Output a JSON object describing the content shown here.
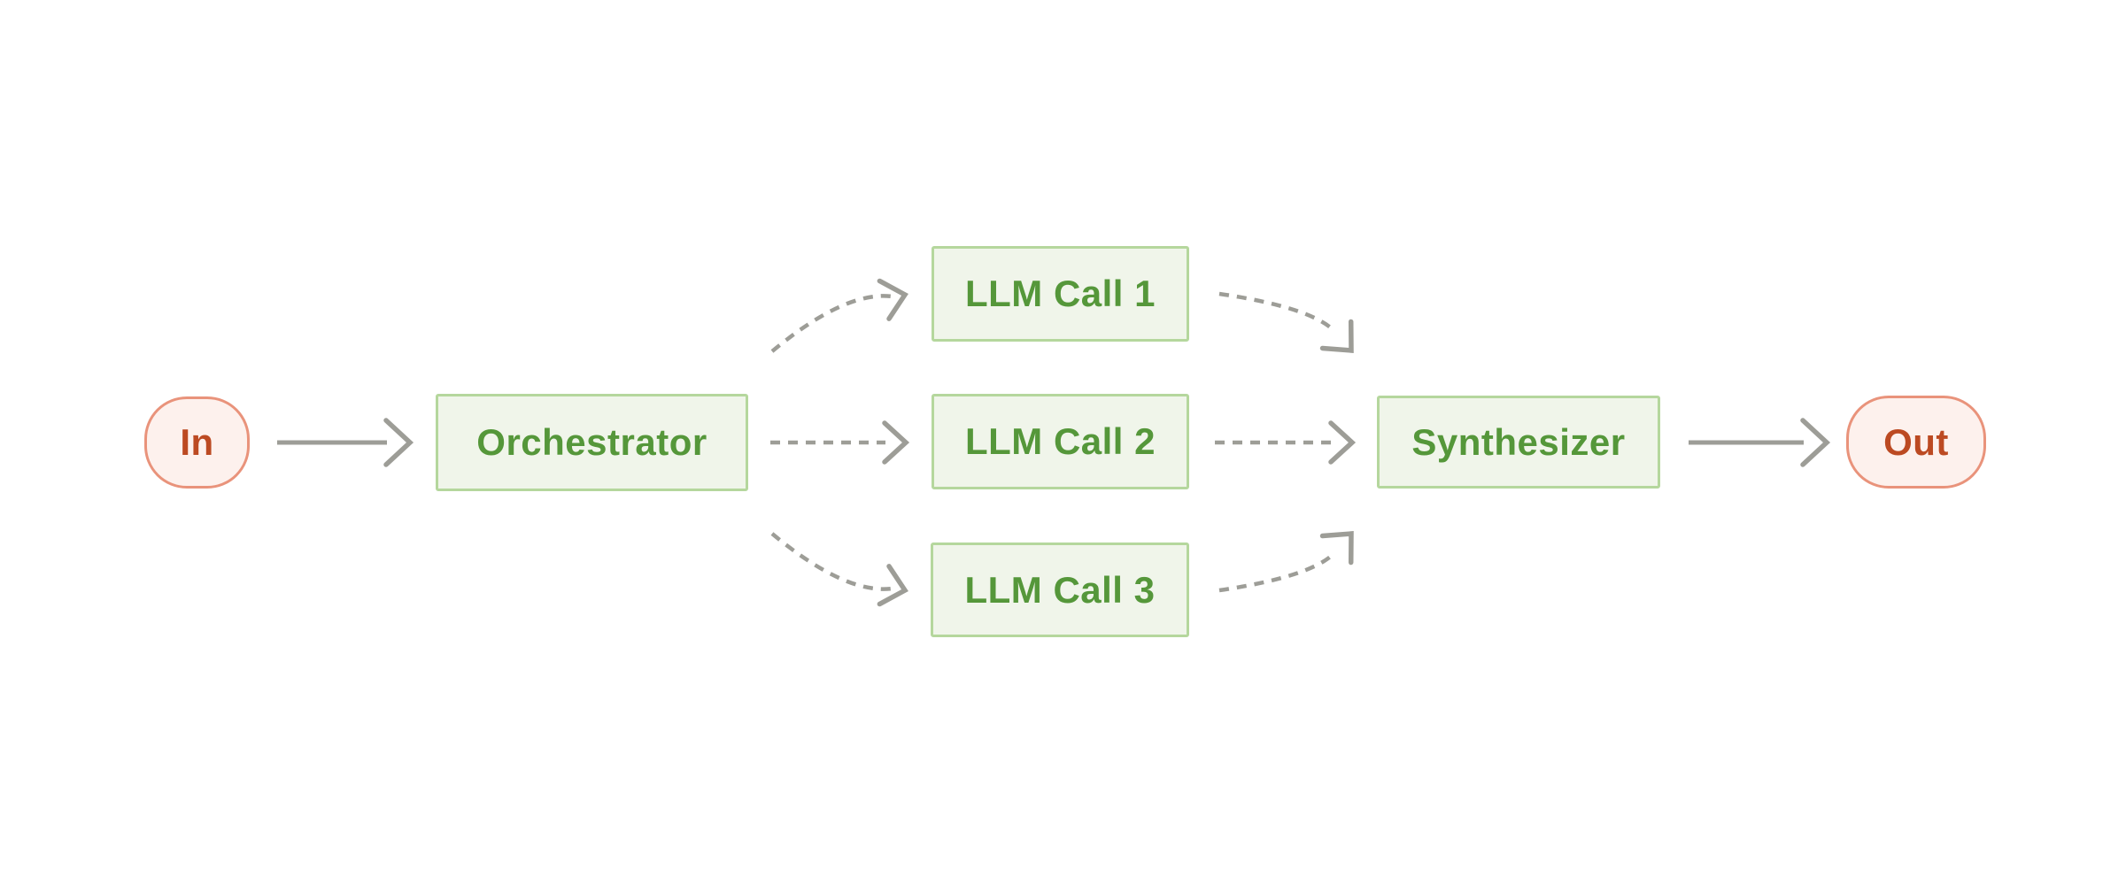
{
  "nodes": {
    "in": {
      "label": "In",
      "kind": "terminal"
    },
    "orchestrator": {
      "label": "Orchestrator",
      "kind": "process"
    },
    "llm_call_1": {
      "label": "LLM Call 1",
      "kind": "process"
    },
    "llm_call_2": {
      "label": "LLM Call 2",
      "kind": "process"
    },
    "llm_call_3": {
      "label": "LLM Call 3",
      "kind": "process"
    },
    "synthesizer": {
      "label": "Synthesizer",
      "kind": "process"
    },
    "out": {
      "label": "Out",
      "kind": "terminal"
    }
  },
  "edges": [
    {
      "from": "in",
      "to": "orchestrator",
      "style": "solid"
    },
    {
      "from": "orchestrator",
      "to": "llm_call_1",
      "style": "dashed"
    },
    {
      "from": "orchestrator",
      "to": "llm_call_2",
      "style": "dashed"
    },
    {
      "from": "orchestrator",
      "to": "llm_call_3",
      "style": "dashed"
    },
    {
      "from": "llm_call_1",
      "to": "synthesizer",
      "style": "dashed"
    },
    {
      "from": "llm_call_2",
      "to": "synthesizer",
      "style": "dashed"
    },
    {
      "from": "llm_call_3",
      "to": "synthesizer",
      "style": "dashed"
    },
    {
      "from": "synthesizer",
      "to": "out",
      "style": "solid"
    }
  ],
  "colors": {
    "background": "#ffffff",
    "green-fill": "#f0f5ea",
    "green-border": "#b5d79d",
    "green-text": "#55973a",
    "red-fill": "#fdf1ed",
    "red-border": "#e9937b",
    "red-text": "#bc4a22",
    "arrow-gray": "#9d9d97"
  }
}
